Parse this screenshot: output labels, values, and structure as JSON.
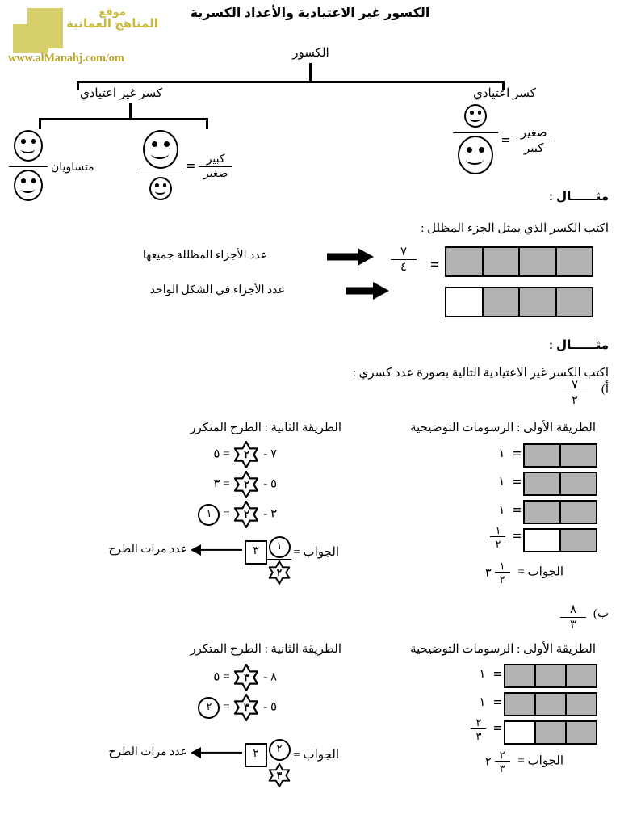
{
  "title": "الكسور غير الاعتيادية والأعداد الكسرية",
  "logo": {
    "line1": "موقع",
    "line2": "المناهج العمانية",
    "url": "www.alManahj.com/om",
    "color": "#d6cf6b",
    "text_color": "#c9b93f"
  },
  "tree": {
    "root": "الكسور",
    "right_branch": {
      "label": "كسر اعتيادي",
      "fraction_labels": {
        "numerator": "صغير",
        "denominator": "كبير"
      },
      "icons": {
        "numerator": "small-smiley-icon",
        "denominator": "large-smiley-icon"
      },
      "equals": "="
    },
    "left_branch": {
      "label": "كسر غير اعتيادي",
      "case_equal": {
        "label": "متساويان",
        "icons": {
          "numerator": "medium-smiley-icon",
          "denominator": "medium-smiley-icon"
        }
      },
      "case_bigger": {
        "fraction_labels": {
          "numerator": "كبير",
          "denominator": "صغير"
        },
        "icons": {
          "numerator": "large-smiley-icon",
          "denominator": "small-smiley-icon"
        },
        "equals": "="
      }
    }
  },
  "example1": {
    "heading": "مثــــــال :",
    "prompt": "اكتب الكسر الذي يمثل الجزء المظلل :",
    "equals": "=",
    "fraction": {
      "numerator": "٧",
      "denominator": "٤"
    },
    "annotation_top": "عدد الأجزاء المظللة  جميعها",
    "annotation_bottom": "عدد الأجزاء في الشكل الواحد",
    "bars": [
      {
        "cells": 4,
        "shaded": 4
      },
      {
        "cells": 4,
        "shaded": 3
      }
    ]
  },
  "example2": {
    "heading": "مثــــــال :",
    "prompt": "اكتب الكسر غير الاعتيادية التالية بصورة عدد كسري :",
    "parts": [
      {
        "marker": "أ)",
        "fraction": {
          "numerator": "٧",
          "denominator": "٢"
        },
        "method1": {
          "title": "الطريقة الأولى : الرسومات التوضيحية",
          "equals": "=",
          "rows": [
            {
              "value": "١",
              "is_fraction": false,
              "cells": 2,
              "shaded": 2
            },
            {
              "value": "١",
              "is_fraction": false,
              "cells": 2,
              "shaded": 2
            },
            {
              "value": "١",
              "is_fraction": false,
              "cells": 2,
              "shaded": 2
            },
            {
              "value": {
                "numerator": "١",
                "denominator": "٢"
              },
              "is_fraction": true,
              "cells": 2,
              "shaded": 1
            }
          ],
          "answer_label": "الجواب  =",
          "answer": {
            "whole": "٣",
            "numerator": "١",
            "denominator": "٢"
          }
        },
        "method2": {
          "title": "الطريقة الثانية : الطرح المتكرر",
          "steps": [
            {
              "minuend": "٧",
              "minus": "-",
              "star": "٢",
              "equals": "=",
              "result": "٥",
              "result_circled": false
            },
            {
              "minuend": "٥",
              "minus": "-",
              "star": "٢",
              "equals": "=",
              "result": "٣",
              "result_circled": false
            },
            {
              "minuend": "٣",
              "minus": "-",
              "star": "٢",
              "equals": "=",
              "result": "١",
              "result_circled": true
            }
          ],
          "answer_label": "الجواب  =",
          "answer": {
            "circled_numerator": "١",
            "star_denominator": "٢",
            "boxed_whole": "٣"
          },
          "arrow_label": "عدد مرات الطرح"
        }
      },
      {
        "marker": "ب)",
        "fraction": {
          "numerator": "٨",
          "denominator": "٣"
        },
        "method1": {
          "title": "الطريقة الأولى : الرسومات التوضيحية",
          "equals": "=",
          "rows": [
            {
              "value": "١",
              "is_fraction": false,
              "cells": 3,
              "shaded": 3
            },
            {
              "value": "١",
              "is_fraction": false,
              "cells": 3,
              "shaded": 3
            },
            {
              "value": {
                "numerator": "٢",
                "denominator": "٣"
              },
              "is_fraction": true,
              "cells": 3,
              "shaded": 2
            }
          ],
          "answer_label": "الجواب  =",
          "answer": {
            "whole": "٢",
            "numerator": "٢",
            "denominator": "٣"
          }
        },
        "method2": {
          "title": "الطريقة الثانية : الطرح المتكرر",
          "steps": [
            {
              "minuend": "٨",
              "minus": "-",
              "star": "٣",
              "equals": "=",
              "result": "٥",
              "result_circled": false
            },
            {
              "minuend": "٥",
              "minus": "-",
              "star": "٣",
              "equals": "=",
              "result": "٢",
              "result_circled": true
            }
          ],
          "answer_label": "الجواب  =",
          "answer": {
            "circled_numerator": "٢",
            "star_denominator": "٣",
            "boxed_whole": "٢"
          },
          "arrow_label": "عدد مرات الطرح"
        }
      }
    ]
  },
  "colors": {
    "shaded_cell": "#b3b3b3",
    "line": "#000000"
  }
}
